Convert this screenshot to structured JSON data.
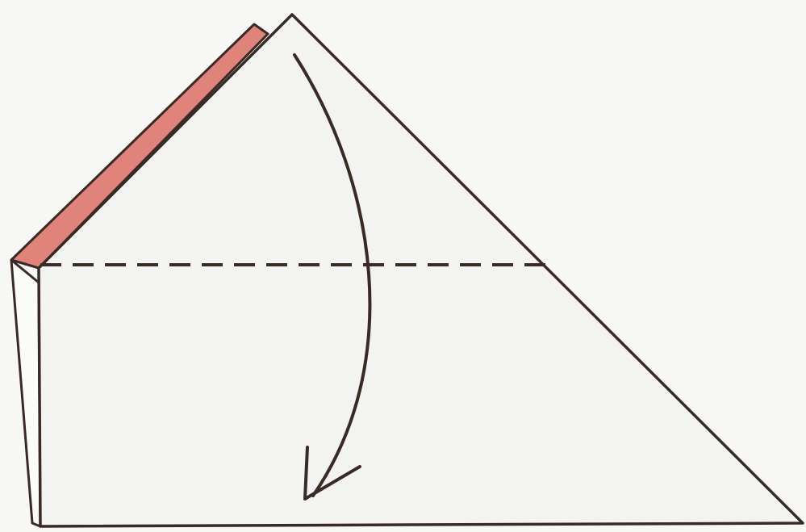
{
  "diagram": {
    "kind": "origami fold instruction",
    "paper_color": "#f6f6f4",
    "colored_side_color": "#e0837b",
    "line_color": "#3a2a26",
    "fold_type": "valley fold",
    "fold_line_style": "dashed",
    "arrow_direction": "down",
    "icons": {
      "fold_arrow": "curved-arrow-down-icon"
    }
  }
}
